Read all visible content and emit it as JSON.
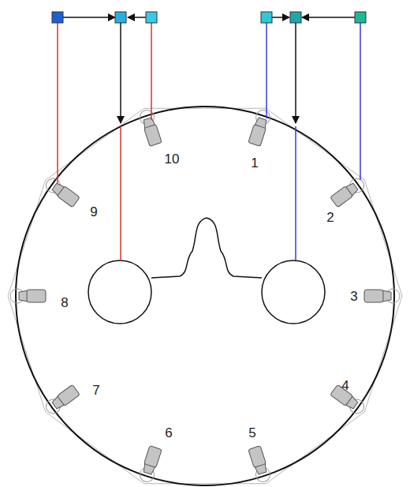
{
  "diagram": {
    "labels": [
      "10",
      "1",
      "2",
      "3",
      "4",
      "5",
      "6",
      "7",
      "8",
      "9"
    ]
  }
}
